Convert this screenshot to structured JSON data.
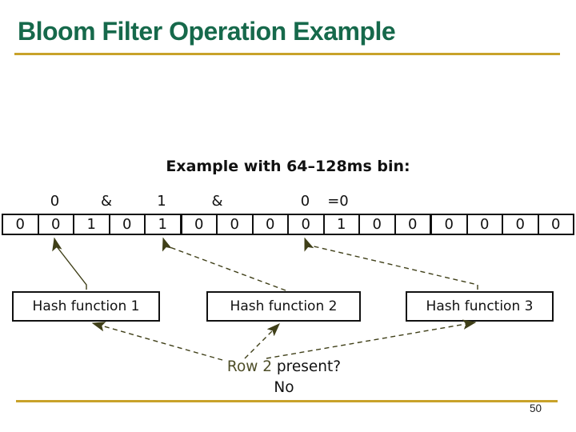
{
  "slide": {
    "title": "Bloom Filter Operation Example",
    "page_number": "50"
  },
  "colors": {
    "title_green": "#16694B",
    "accent_gold": "#C8A22A",
    "arrow_olive": "#3F3F18",
    "text_black": "#111111"
  },
  "figure": {
    "caption": "Example with 64–128ms bin:",
    "expression": [
      "0",
      "&",
      "1",
      "&",
      "0",
      "=0"
    ],
    "bit_array": [
      "0",
      "0",
      "1",
      "0",
      "1",
      "0",
      "0",
      "0",
      "0",
      "1",
      "0",
      "0",
      "0",
      "0",
      "0",
      "0"
    ],
    "queried_cells": {
      "hash_function_1_cell_value": "0",
      "hash_function_2_cell_value": "1",
      "hash_function_3_cell_value": "0",
      "and_result": "0"
    },
    "hash_functions": [
      "Hash function 1",
      "Hash function 2",
      "Hash function 3"
    ],
    "query_highlight": "Row 2",
    "query_rest": " present?",
    "answer": "No"
  }
}
